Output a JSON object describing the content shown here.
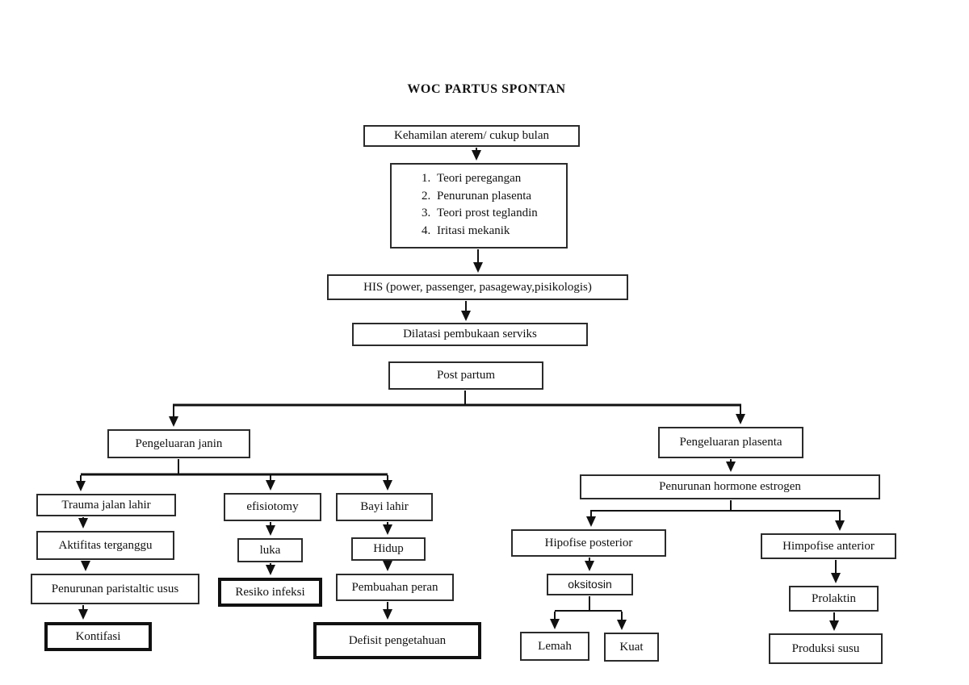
{
  "title": "WOC PARTUS SPONTAN",
  "colors": {
    "ink": "#111111",
    "background": "#ffffff"
  },
  "nodes": {
    "kehamilan": {
      "label": "Kehamilan aterem/ cukup bulan"
    },
    "teori": {
      "items": [
        "Teori peregangan",
        "Penurunan plasenta",
        "Teori prost teglandin",
        "Iritasi mekanik"
      ]
    },
    "his": {
      "label": "HIS (power, passenger, pasageway,pisikologis)"
    },
    "dilatasi": {
      "label": "Dilatasi pembukaan serviks"
    },
    "post_partum": {
      "label": "Post partum"
    },
    "pengeluaran_janin": {
      "label": "Pengeluaran janin"
    },
    "pengeluaran_plasenta": {
      "label": "Pengeluaran plasenta"
    },
    "trauma": {
      "label": "Trauma jalan lahir"
    },
    "aktifitas": {
      "label": "Aktifitas terganggu"
    },
    "penurunan_usus": {
      "label": "Penurunan paristaltic usus"
    },
    "kontifasi": {
      "label": "Kontifasi"
    },
    "efisiotomy": {
      "label": "efisiotomy"
    },
    "luka": {
      "label": "luka"
    },
    "resiko_infeksi": {
      "label": "Resiko infeksi"
    },
    "bayi_lahir": {
      "label": "Bayi lahir"
    },
    "hidup": {
      "label": "Hidup"
    },
    "pembuahan_peran": {
      "label": "Pembuahan peran"
    },
    "defisit_pengetahuan": {
      "label": "Defisit pengetahuan"
    },
    "estrogen": {
      "label": "Penurunan hormone estrogen"
    },
    "hipofise_posterior": {
      "label": "Hipofise posterior"
    },
    "himpofise_anterior": {
      "label": "Himpofise anterior"
    },
    "oksitosin": {
      "label": "oksitosin"
    },
    "lemah": {
      "label": "Lemah"
    },
    "kuat": {
      "label": "Kuat"
    },
    "prolaktin": {
      "label": "Prolaktin"
    },
    "produksi_susu": {
      "label": "Produksi susu"
    }
  }
}
